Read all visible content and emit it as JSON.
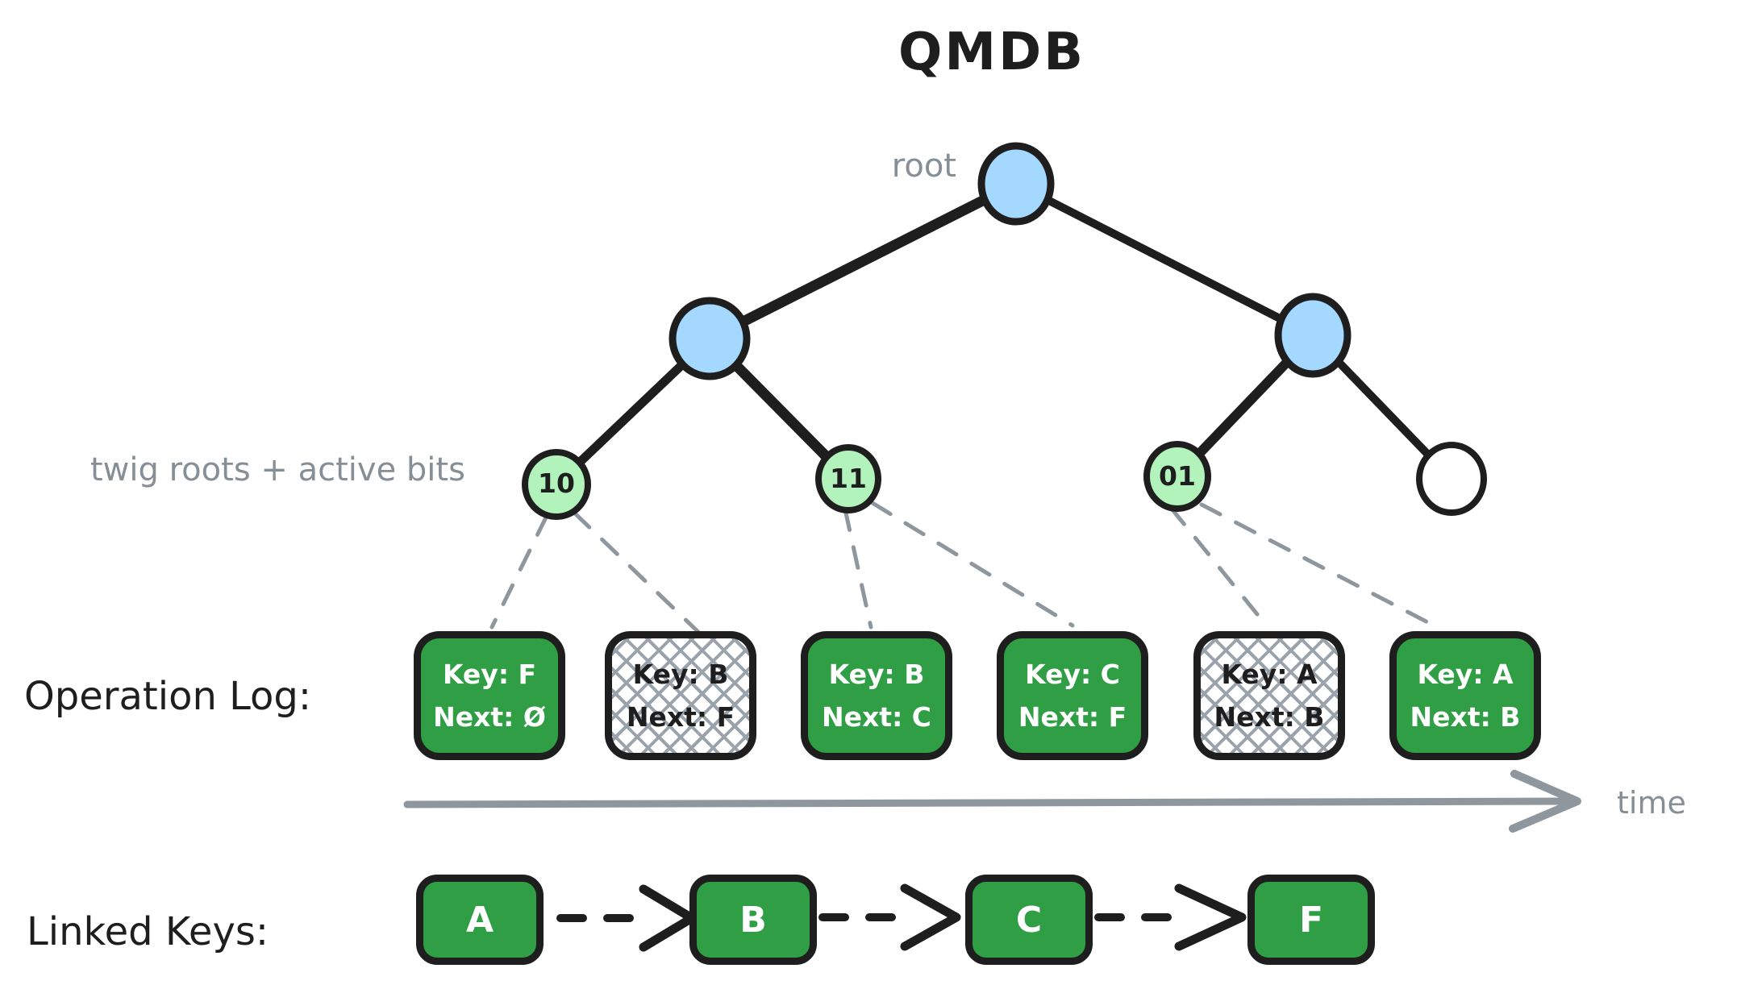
{
  "title": "QMDB",
  "labels": {
    "root": "root",
    "twig_roots": "twig roots + active bits",
    "operation_log": "Operation Log:",
    "linked_keys": "Linked Keys:",
    "time": "time"
  },
  "colors": {
    "node_blue": "#a5d8ff",
    "twig_green": "#b2f2bb",
    "box_green": "#2f9e44",
    "stroke_black": "#1e1e1e",
    "gray": "#868e96"
  },
  "tree": {
    "root_node": {
      "fill": "blue"
    },
    "internal_nodes": [
      {
        "fill": "blue"
      },
      {
        "fill": "blue"
      }
    ],
    "twigs": [
      {
        "label": "10",
        "fill": "green"
      },
      {
        "label": "11",
        "fill": "green"
      },
      {
        "label": "01",
        "fill": "green"
      },
      {
        "label": "",
        "fill": "white"
      }
    ]
  },
  "operation_log": {
    "entries": [
      {
        "key": "Key: F",
        "next": "Next: Ø",
        "style": "active"
      },
      {
        "key": "Key: B",
        "next": "Next: F",
        "style": "deleted"
      },
      {
        "key": "Key: B",
        "next": "Next: C",
        "style": "active"
      },
      {
        "key": "Key: C",
        "next": "Next: F",
        "style": "active"
      },
      {
        "key": "Key: A",
        "next": "Next: B",
        "style": "deleted"
      },
      {
        "key": "Key: A",
        "next": "Next: B",
        "style": "active"
      }
    ]
  },
  "linked_keys": {
    "items": [
      {
        "label": "A"
      },
      {
        "label": "B"
      },
      {
        "label": "C"
      },
      {
        "label": "F"
      }
    ]
  }
}
